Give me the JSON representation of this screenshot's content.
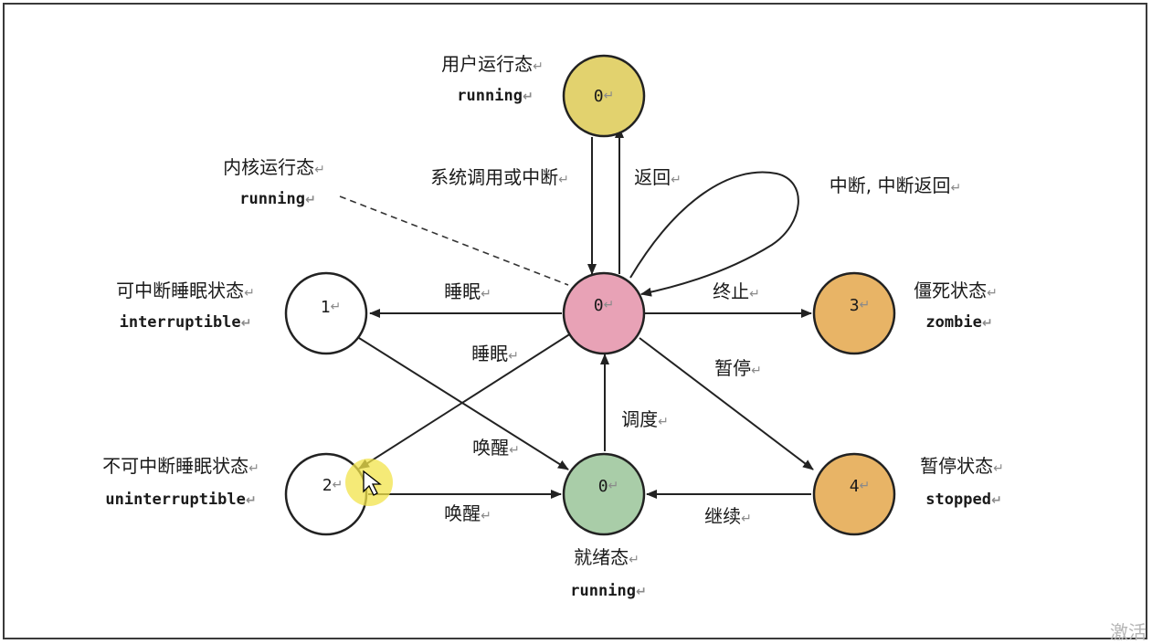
{
  "nodes": {
    "user_running": {
      "number": "0",
      "title": "用户运行态",
      "subtitle": "running",
      "color": "#e2d26e"
    },
    "kernel_running": {
      "number": "0",
      "color": "#e8a2b6"
    },
    "kernel_label": {
      "title": "内核运行态",
      "subtitle": "running"
    },
    "interruptible": {
      "number": "1",
      "title": "可中断睡眠状态",
      "subtitle": "interruptible",
      "color": "#ffffff"
    },
    "uninterruptible": {
      "number": "2",
      "title": "不可中断睡眠状态",
      "subtitle": "uninterruptible",
      "color": "#ffffff"
    },
    "ready": {
      "number": "0",
      "title": "就绪态",
      "subtitle": "running",
      "color": "#a9cda8"
    },
    "zombie": {
      "number": "3",
      "title": "僵死状态",
      "subtitle": "zombie",
      "color": "#e8b466"
    },
    "stopped": {
      "number": "4",
      "title": "暂停状态",
      "subtitle": "stopped",
      "color": "#e8b466"
    }
  },
  "edges": {
    "syscall": "系统调用或中断",
    "return": "返回",
    "interrupt_loop": "中断, 中断返回",
    "sleep_interruptible": "睡眠",
    "sleep_uninterruptible": "睡眠",
    "terminate": "终止",
    "pause": "暂停",
    "schedule": "调度",
    "wake_interruptible": "唤醒",
    "wake_uninterruptible": "唤醒",
    "continue": "继续"
  },
  "return_mark": "↵",
  "watermark": "激活"
}
